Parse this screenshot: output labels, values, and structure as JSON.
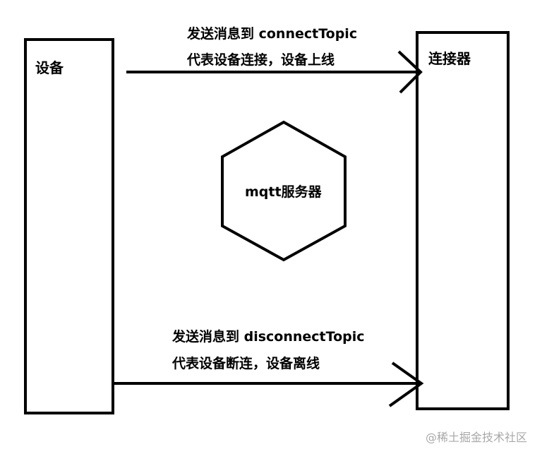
{
  "nodes": {
    "device": {
      "label": "设备"
    },
    "connector": {
      "label": "连接器"
    },
    "broker": {
      "label": "mqtt服务器"
    }
  },
  "edges": {
    "connect": {
      "line1": "发送消息到 connectTopic",
      "line2": "代表设备连接，设备上线"
    },
    "disconnect": {
      "line1": "发送消息到 disconnectTopic",
      "line2": "代表设备断连，设备离线"
    }
  },
  "watermark": "@稀土掘金技术社区",
  "colors": {
    "stroke": "#000000",
    "background": "#ffffff",
    "watermark": "#a8a8a8"
  }
}
